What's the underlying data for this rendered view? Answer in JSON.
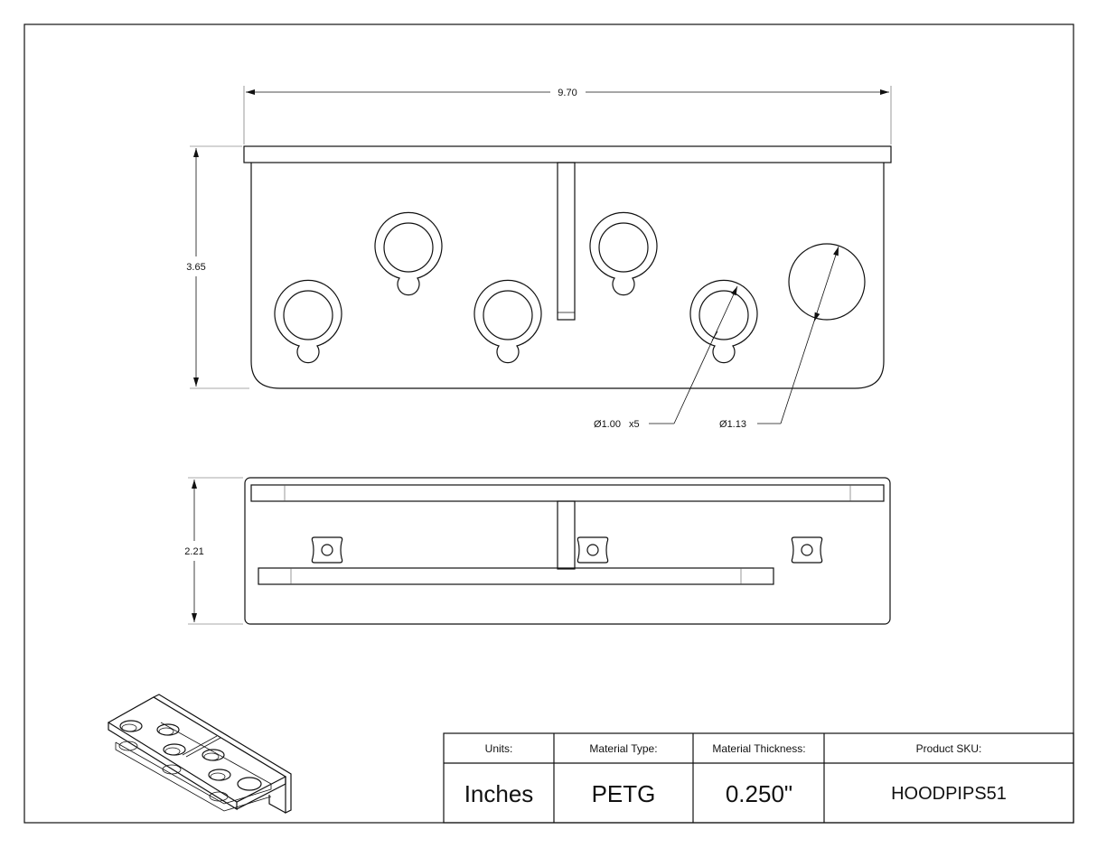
{
  "dimensions": {
    "width_overall": "9.70",
    "height_top_view": "3.65",
    "height_bottom_view": "2.21",
    "hole_small": {
      "symbol": "Ø",
      "value": "1.00",
      "count": "x5"
    },
    "hole_large": {
      "symbol": "Ø",
      "value": "1.13"
    }
  },
  "title_block": {
    "units_label": "Units:",
    "units_value": "Inches",
    "material_label": "Material Type:",
    "material_value": "PETG",
    "thickness_label": "Material Thickness:",
    "thickness_value": "0.250\"",
    "sku_label": "Product SKU:",
    "sku_value": "HOODPIPS51"
  }
}
